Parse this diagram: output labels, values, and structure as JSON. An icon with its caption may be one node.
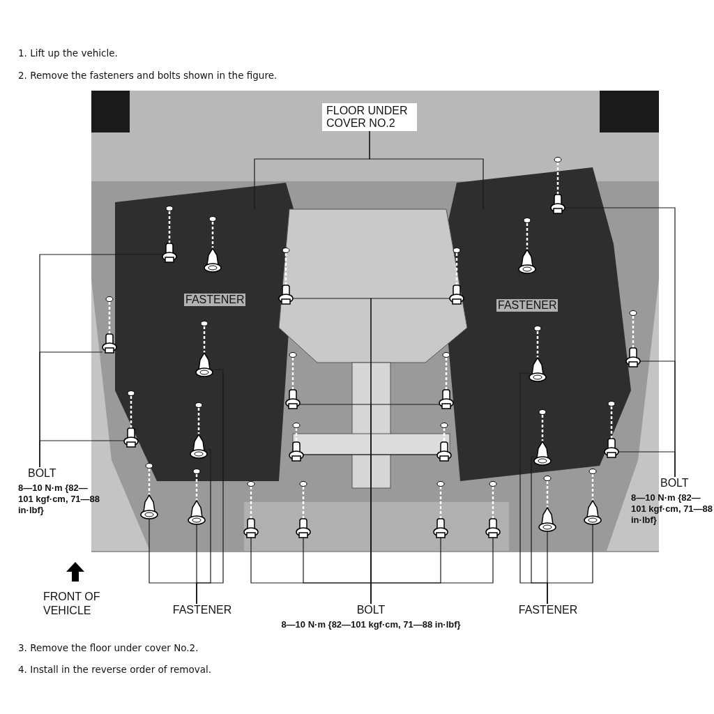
{
  "diagram": {
    "nodes": [
      {
        "text": [
          "FLOOR UNDER COVER NO.2"
        ]
      },
      {
        "text": [
          "BOLT",
          "8—10 N·m {82—101 kgf·cm, 71—88 in·lbf}"
        ]
      },
      {
        "text": [
          "BOLT",
          "8—10 N·m {82—101 kgf·cm, 71—88 in·lbf}"
        ]
      },
      {
        "text": [
          "FASTENER"
        ]
      },
      {
        "text": [
          "BOLT",
          "8—10 N·m {82—101 kgf·cm, 71—88 in·lbf}"
        ]
      },
      {
        "text": [
          "FASTENER"
        ]
      },
      {
        "text": [],
        "shape": "bolt"
      },
      {
        "text": [],
        "shape": "bolt"
      },
      {
        "text": [],
        "shape": "bolt"
      },
      {
        "text": [],
        "shape": "bolt"
      },
      {
        "text": [],
        "shape": "bolt"
      },
      {
        "text": [],
        "shape": "bolt"
      },
      {
        "text": [],
        "shape": "bolt"
      },
      {
        "text": [],
        "shape": "bolt"
      },
      {
        "text": [],
        "shape": "bolt"
      },
      {
        "text": [],
        "shape": "bolt"
      },
      {
        "text": [],
        "shape": "bolt"
      },
      {
        "text": [],
        "shape": "bolt"
      },
      {
        "text": [],
        "shape": "bolt"
      },
      {
        "text": [],
        "shape": "bolt"
      },
      {
        "text": [],
        "shape": "bolt"
      },
      {
        "text": [],
        "shape": "bolt"
      },
      {
        "text": [],
        "shape": "clip"
      },
      {
        "text": [],
        "shape": "clip"
      },
      {
        "text": [],
        "shape": "clip"
      },
      {
        "text": [],
        "shape": "clip"
      },
      {
        "text": [],
        "shape": "clip"
      },
      {
        "text": [],
        "shape": "clip"
      },
      {
        "text": [],
        "shape": "clip"
      },
      {
        "text": [],
        "shape": "clip"
      },
      {
        "text": [],
        "shape": "clip"
      },
      {
        "text": [],
        "shape": "clip"
      }
    ],
    "edges": [
      {
        "from": 0,
        "to": null,
        "arrow": "none"
      },
      {
        "from": 0,
        "to": null,
        "arrow": "none"
      },
      {
        "from": 1,
        "to": 6,
        "arrow": "none"
      },
      {
        "from": 1,
        "to": 7,
        "arrow": "none"
      },
      {
        "from": 1,
        "to": 8,
        "arrow": "none"
      },
      {
        "from": 2,
        "to": 9,
        "arrow": "none"
      },
      {
        "from": 2,
        "to": 10,
        "arrow": "none"
      },
      {
        "from": 2,
        "to": 11,
        "arrow": "none"
      },
      {
        "from": 3,
        "to": 26,
        "arrow": "none"
      },
      {
        "from": 3,
        "to": 25,
        "arrow": "none"
      },
      {
        "from": 3,
        "to": 24,
        "arrow": "none"
      },
      {
        "from": 3,
        "to": 23,
        "arrow": "none"
      },
      {
        "from": 4,
        "to": 18,
        "arrow": "none"
      },
      {
        "from": 4,
        "to": 19,
        "arrow": "none"
      },
      {
        "from": 4,
        "to": 20,
        "arrow": "none"
      },
      {
        "from": 4,
        "to": 21,
        "arrow": "none"
      },
      {
        "from": 4,
        "to": 12,
        "arrow": "none"
      },
      {
        "from": 4,
        "to": 13,
        "arrow": "none"
      },
      {
        "from": 4,
        "to": 14,
        "arrow": "none"
      },
      {
        "from": 4,
        "to": 15,
        "arrow": "none"
      },
      {
        "from": 4,
        "to": 16,
        "arrow": "none"
      },
      {
        "from": 4,
        "to": 17,
        "arrow": "none"
      },
      {
        "from": 5,
        "to": 30,
        "arrow": "none"
      },
      {
        "from": 5,
        "to": 31,
        "arrow": "none"
      },
      {
        "from": 5,
        "to": 29,
        "arrow": "none"
      },
      {
        "from": 5,
        "to": 28,
        "arrow": "none"
      }
    ],
    "labels": [
      "1. Lift up the vehicle.",
      "2. Remove the fasteners and bolts shown in the figure.",
      "FASTENER",
      "FASTENER",
      "FRONT OF VEHICLE",
      "3. Remove the floor under cover No.2.",
      "4. Install in the reverse order of removal."
    ]
  }
}
